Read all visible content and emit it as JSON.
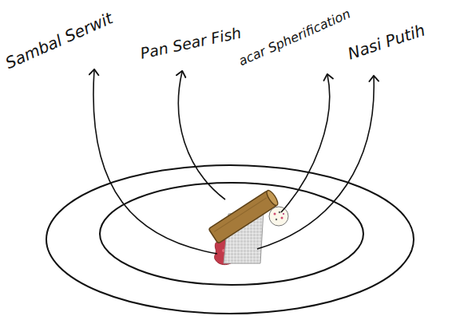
{
  "diagram": {
    "labels": [
      "Sambal Serwit",
      "Pan Sear Fish",
      "acar Spherification",
      "Nasi Putih"
    ]
  }
}
